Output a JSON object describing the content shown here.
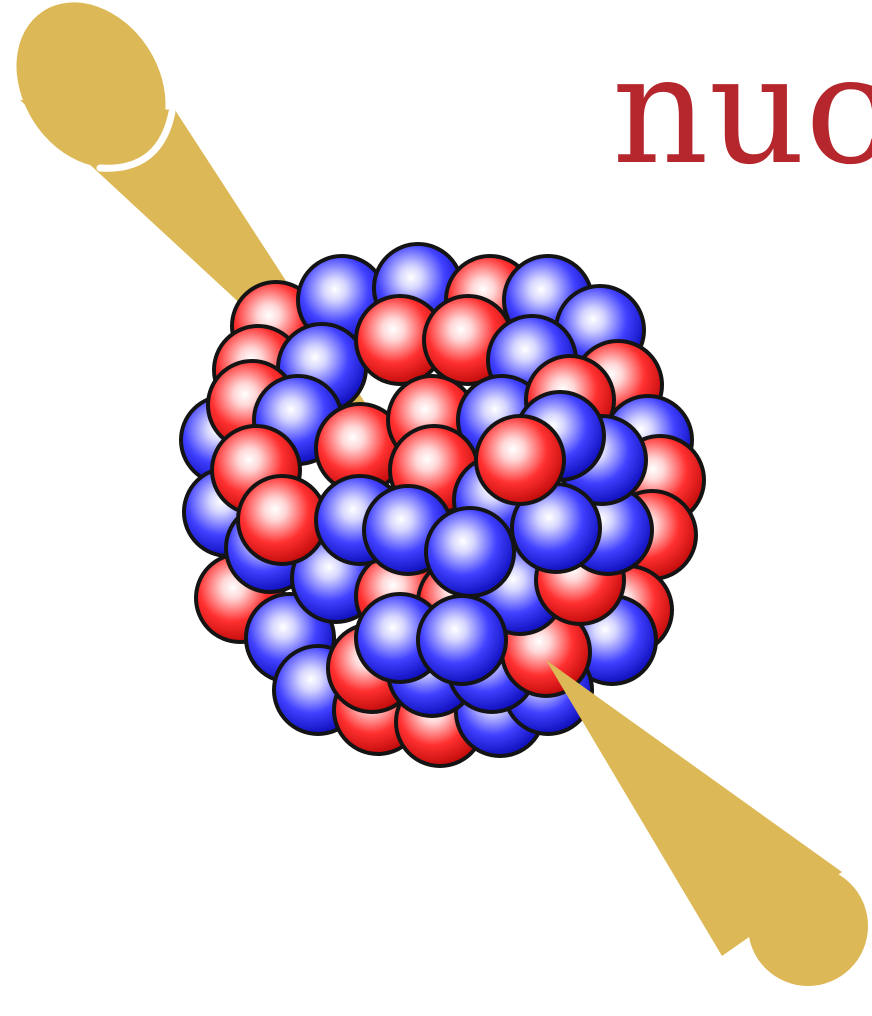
{
  "title": {
    "text": "nuc",
    "color": "#b5272d"
  },
  "colors": {
    "beam": "#ddb856",
    "proton": "#ff2a2a",
    "neutron": "#3b3bff",
    "outline": "#141414",
    "background": "#ffffff"
  },
  "nucleus": {
    "particle_types": [
      "proton",
      "neutron"
    ]
  },
  "icons": {
    "incoming_beam": "incoming-jet-icon",
    "outgoing_beam": "outgoing-jet-icon",
    "nucleus": "nucleus-icon"
  }
}
